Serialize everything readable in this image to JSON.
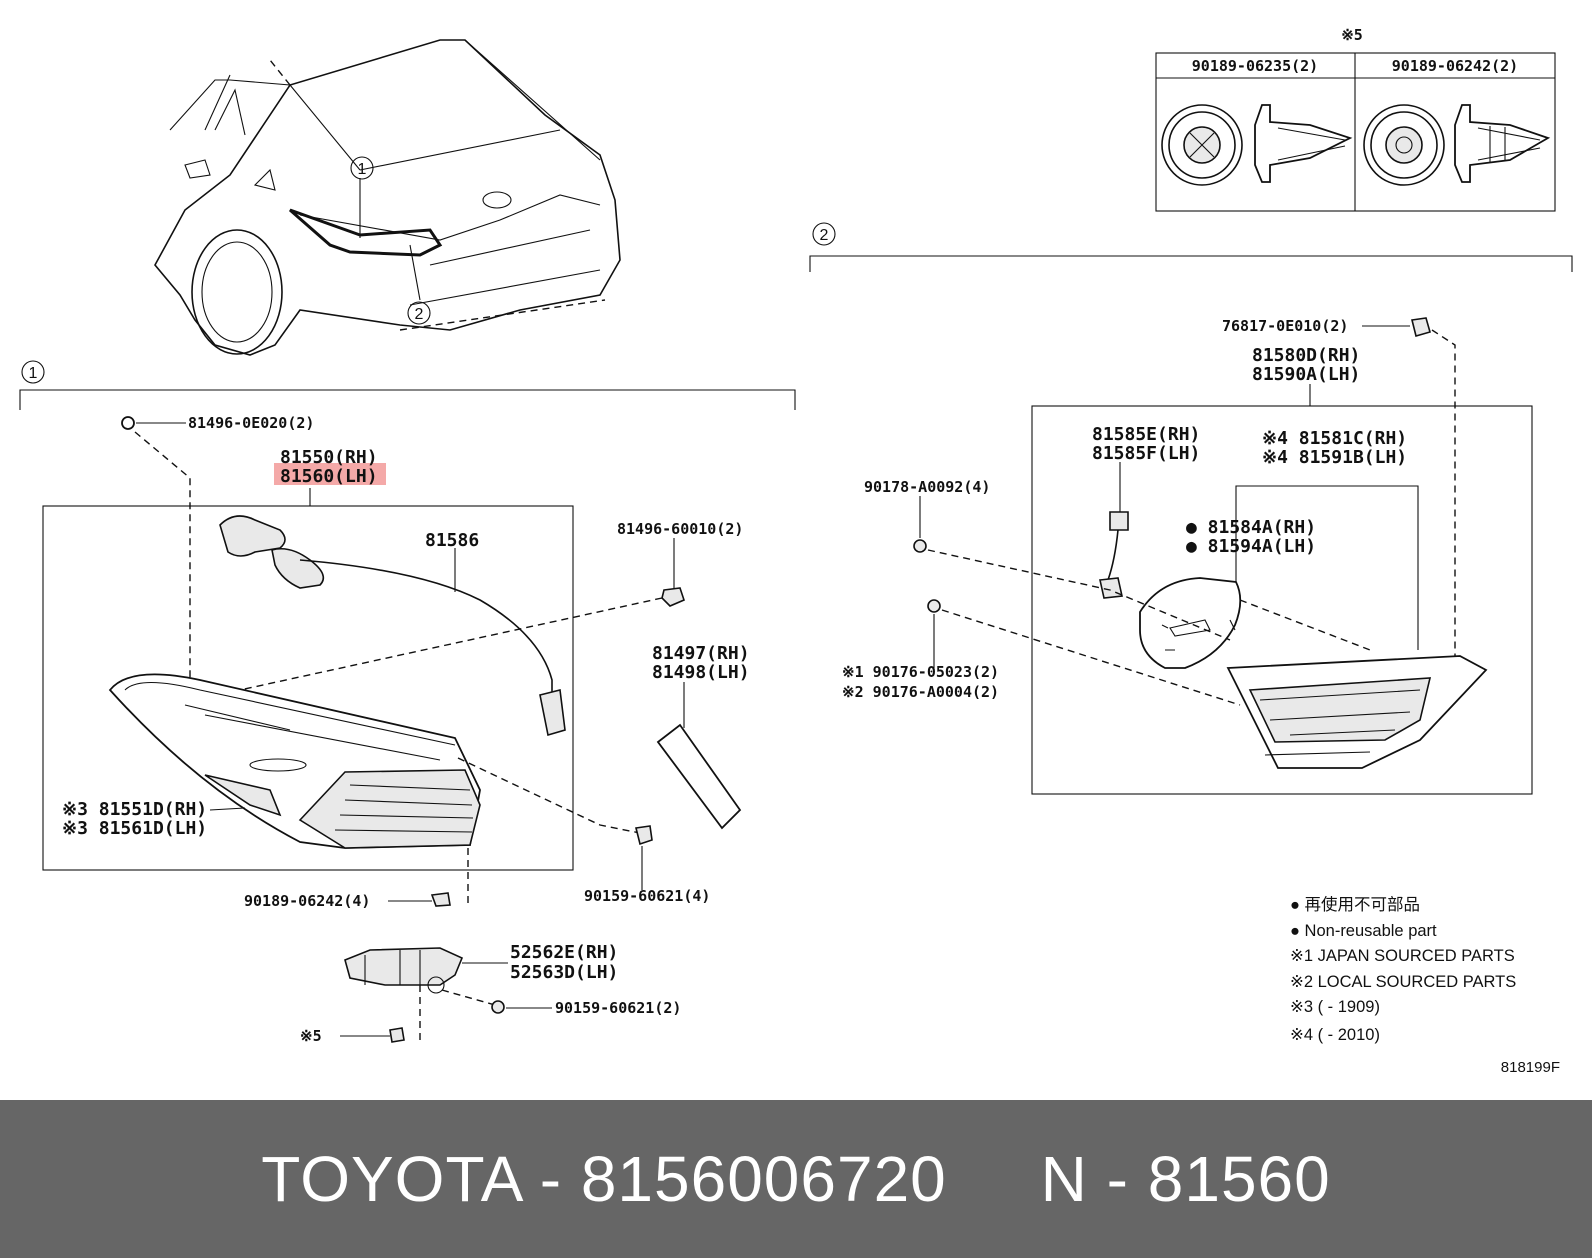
{
  "callouts": {
    "one": "1",
    "two": "2"
  },
  "note5_label": "※5",
  "clips_table": {
    "left": "90189-06235(2)",
    "right": "90189-06242(2)"
  },
  "group1": {
    "grommet_top": "81496-0E020(2)",
    "lamp_rh": "81550(RH)",
    "lamp_lh": "81560(LH)",
    "wire_harness": "81586",
    "bolt_right": "81496-60010(2)",
    "gasket_rh": "81497(RH)",
    "gasket_lh": "81498(LH)",
    "lens_rh": "※3 81551D(RH)",
    "lens_lh": "※3 81561D(LH)",
    "clip_bottom": "90189-06242(4)",
    "screw_bottom": "90159-60621(4)",
    "socket_rh": "52562E(RH)",
    "socket_lh": "52563D(LH)",
    "screw_socket": "90159-60621(2)",
    "note5": "※5"
  },
  "group2": {
    "clip_top": "76817-0E010(2)",
    "lamp_rh": "81580D(RH)",
    "lamp_lh": "81590A(LH)",
    "wire_rh": "81585E(RH)",
    "wire_lh": "81585F(LH)",
    "lens_rh": "※4 81581C(RH)",
    "lens_lh": "※4 81591B(LH)",
    "gasket_rh": "● 81584A(RH)",
    "gasket_lh": "● 81594A(LH)",
    "nut": "90178-A0092(4)",
    "nut_jp": "※1 90176-05023(2)",
    "nut_local": "※2 90176-A0004(2)"
  },
  "legend": {
    "non_reusable_jp": "● 再使用不可部品",
    "non_reusable_en": "● Non-reusable part",
    "note1": "※1 JAPAN SOURCED PARTS",
    "note2": "※2 LOCAL SOURCED PARTS",
    "note3": "※3 (      - 1909)",
    "note4": "※4 (      - 2010)"
  },
  "illustration_ref": "818199F",
  "highlight_color": "#f4a9a8",
  "footer": {
    "text": "TOYOTA - 8156006720     N - 81560"
  }
}
